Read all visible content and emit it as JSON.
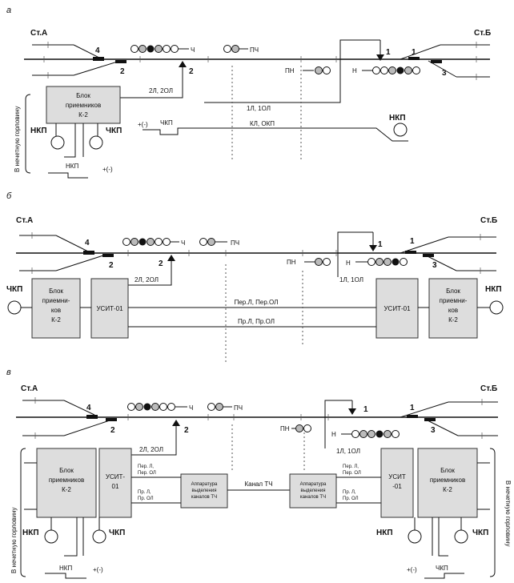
{
  "panels": {
    "a": {
      "letter": "a",
      "station_left": "Ст.А",
      "station_right": "Ст.Б",
      "switch_4": "4",
      "switch_2_left": "2",
      "switch_2_right": "2",
      "switch_1_a": "1",
      "switch_1_b": "1",
      "switch_3": "3",
      "signal_ch": "Ч",
      "signal_pch": "ПЧ",
      "signal_pn": "ПН",
      "signal_n": "Н",
      "block_receivers_1": "Блок",
      "block_receivers_2": "приемников",
      "block_receivers_3": "К-2",
      "wire_2l": "2Л, 2ОЛ",
      "wire_1l": "1Л, 1ОЛ",
      "wire_kl": "КЛ, ОКП",
      "plusminus": "+(-)",
      "nkp": "НКП",
      "chkp": "ЧКП",
      "nkp_right": "НКП",
      "nkp_bottom": "НКП",
      "plusminus_bottom": "+(-)",
      "side_note": "В нечетную горловину"
    },
    "b": {
      "letter": "б",
      "station_left": "Ст.А",
      "station_right": "Ст.Б",
      "switch_4": "4",
      "switch_2_left": "2",
      "switch_2_right": "2",
      "switch_1_a": "1",
      "switch_1_b": "1",
      "switch_3": "3",
      "signal_ch": "Ч",
      "signal_pch": "ПЧ",
      "signal_pn": "ПН",
      "signal_n": "Н",
      "chkp": "ЧКП",
      "nkp": "НКП",
      "block_left_1": "Блок",
      "block_left_2": "приемни-",
      "block_left_3": "ков",
      "block_left_4": "К-2",
      "usit_left": "УСИТ-01",
      "usit_right": "УСИТ-01",
      "block_right_1": "Блок",
      "block_right_2": "приемни-",
      "block_right_3": "ков",
      "block_right_4": "К-2",
      "wire_2l": "2Л, 2ОЛ",
      "wire_1l": "1Л, 1ОЛ",
      "wire_per": "Пер.Л, Пер.ОЛ",
      "wire_pr": "Пр.Л, Пр.ОЛ"
    },
    "c": {
      "letter": "в",
      "station_left": "Ст.А",
      "station_right": "Ст.Б",
      "switch_4": "4",
      "switch_2_left": "2",
      "switch_2_right": "2",
      "switch_1_a": "1",
      "switch_1_b": "1",
      "switch_3": "3",
      "signal_ch": "Ч",
      "signal_pch": "ПЧ",
      "signal_pn": "ПН",
      "signal_n": "Н",
      "block_left_1": "Блок",
      "block_left_2": "приемников",
      "block_left_3": "К-2",
      "usit_left_1": "УСИТ-",
      "usit_left_2": "01",
      "usit_right_1": "УСИТ",
      "usit_right_2": "-01",
      "block_right_1": "Блок",
      "block_right_2": "приемников",
      "block_right_3": "К-2",
      "wire_2l": "2Л, 2ОЛ",
      "wire_1l": "1Л, 1ОЛ",
      "per_left_1": "Пер. Л,",
      "per_left_2": "Пер. ОЛ",
      "pr_left_1": "Пр. Л,",
      "pr_left_2": "Пр. ОЛ",
      "per_right_1": "Пер. Л,",
      "per_right_2": "Пер. ОЛ",
      "pr_right_1": "Пр. Л,",
      "pr_right_2": "Пр. ОЛ",
      "app_left_1": "Аппаратура",
      "app_left_2": "выделения",
      "app_left_3": "каналов ТЧ",
      "app_right_1": "Аппаратура",
      "app_right_2": "выделения",
      "app_right_3": "каналов ТЧ",
      "channel": "Канал ТЧ",
      "nkp_left": "НКП",
      "chkp_left": "ЧКП",
      "nkp_right": "НКП",
      "chkp_right": "ЧКП",
      "nkp_bottom": "НКП",
      "plusminus_left": "+(-)",
      "plusminus_right": "+(-)",
      "chkp_bottom": "ЧКП",
      "side_left": "В нечетную горловину",
      "side_right": "В нечетную горловину"
    }
  }
}
